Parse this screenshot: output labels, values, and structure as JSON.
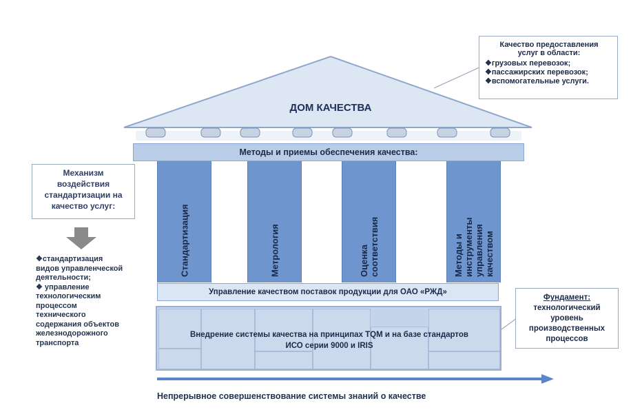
{
  "roof": {
    "title": "ДОМ КАЧЕСТВА"
  },
  "methods_bar": "Методы и приемы обеспечения качества:",
  "columns": [
    "Стандартизация",
    "Метрология",
    "Оценка\nсоответствия",
    "Методы и\nинструменты\nуправления\nкачеством"
  ],
  "management_bar": "Управление качеством  поставок продукции для ОАО «РЖД»",
  "foundation": {
    "line1": "Внедрение системы качества на принципах TQM и на базе стандартов",
    "line2": "ИСО серии 9000 и IRIS"
  },
  "callout_top_right": {
    "heading1": "Качество предоставления",
    "heading2": "услуг в области:",
    "items": [
      "❖грузовых перевозок;",
      "❖пассажирских перевозок;",
      "❖вспомогательные услуги."
    ]
  },
  "callout_left": {
    "lines": [
      "Механизм",
      "воздействия",
      "стандартизации на",
      "качество услуг:"
    ]
  },
  "left_list": {
    "lines": [
      "❖стандартизация",
      "видов управленческой",
      "деятельности;",
      "❖ управление",
      "технологическим",
      "процессом",
      "технического",
      "содержания объектов",
      "железнодорожного",
      "транспорта"
    ]
  },
  "callout_bottom_right": {
    "heading": "Фундамент:",
    "lines": [
      "технологический",
      "уровень",
      "производственных",
      "процессов"
    ]
  },
  "bottom_caption": "Непрерывное совершенствование системы знаний о качестве",
  "colors": {
    "column": "#6f95cf",
    "bar": "#b9cde6",
    "roof": "#dde7f3",
    "arrow": "#5b86c6"
  }
}
